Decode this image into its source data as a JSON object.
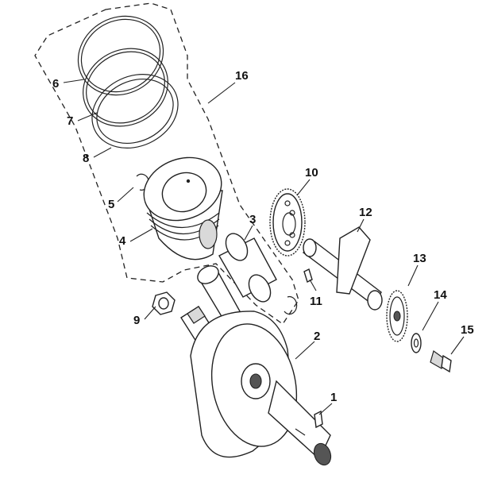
{
  "diagram": {
    "type": "exploded-parts-view",
    "callouts": {
      "p1": "1",
      "p2": "2",
      "p3": "3",
      "p4": "4",
      "p5": "5",
      "p6": "6",
      "p7": "7",
      "p8": "8",
      "p9": "9",
      "p10": "10",
      "p11": "11",
      "p12": "12",
      "p13": "13",
      "p14": "14",
      "p15": "15",
      "p16": "16"
    }
  }
}
